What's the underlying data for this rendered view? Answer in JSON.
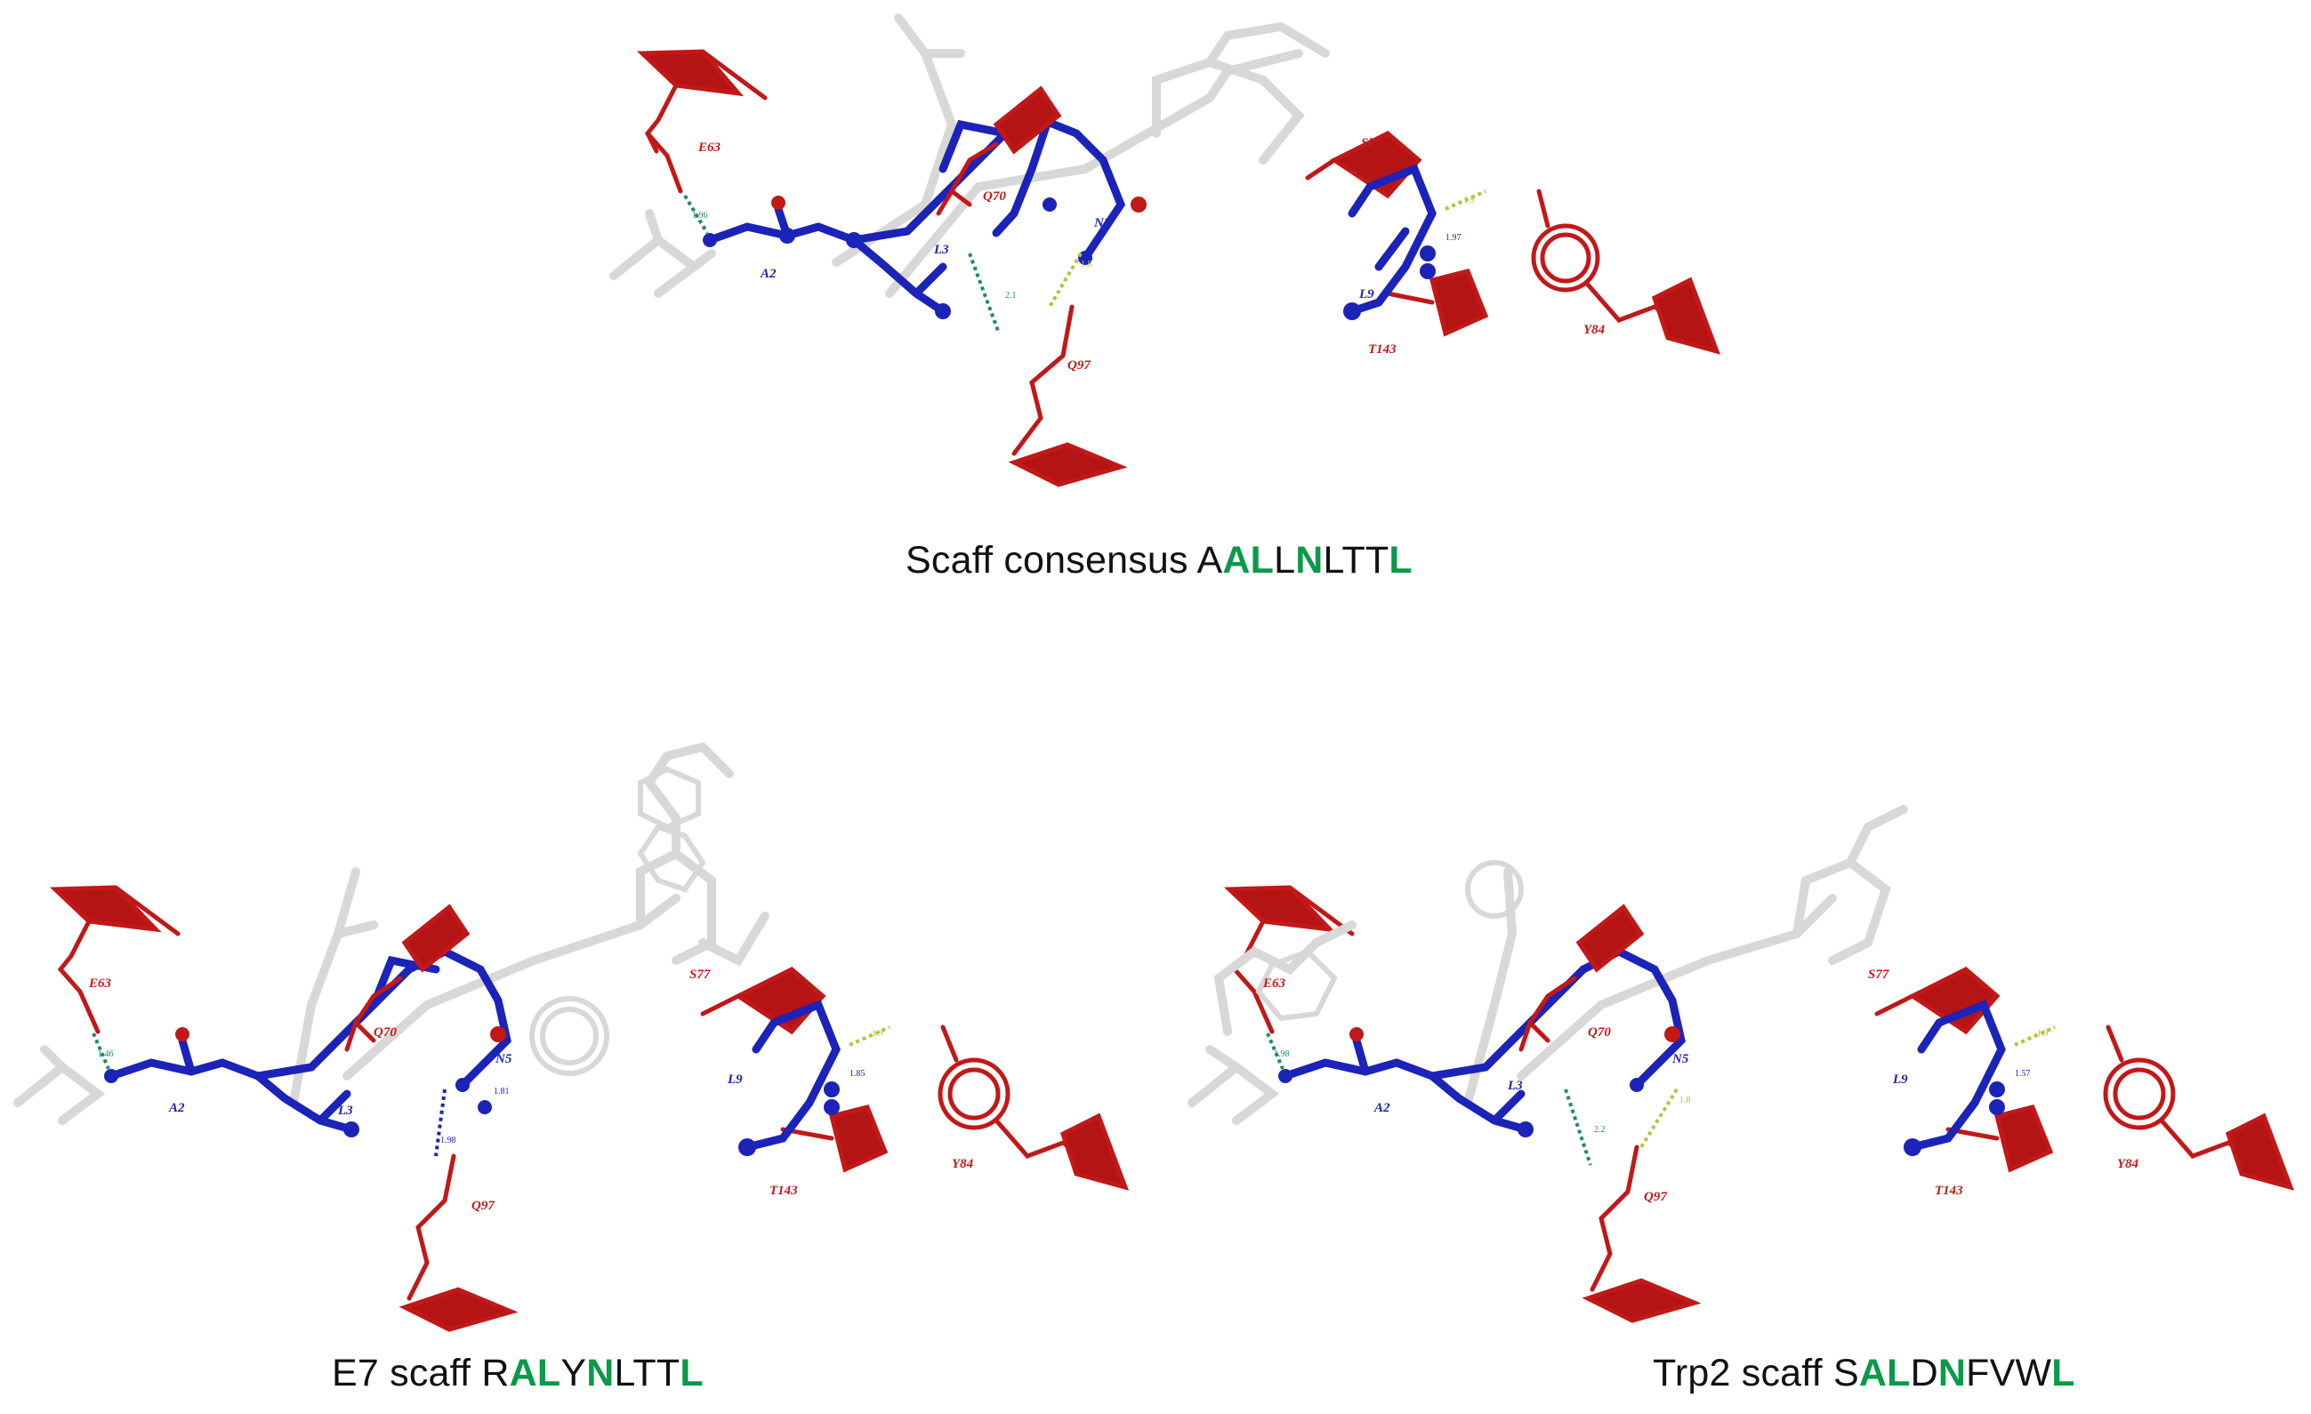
{
  "panels": [
    {
      "id": "consensus",
      "caption_prefix": "Scaff consensus ",
      "sequence": [
        {
          "c": "A",
          "hl": false
        },
        {
          "c": "A",
          "hl": true
        },
        {
          "c": "L",
          "hl": true
        },
        {
          "c": "L",
          "hl": false
        },
        {
          "c": "N",
          "hl": true
        },
        {
          "c": "L",
          "hl": false
        },
        {
          "c": "T",
          "hl": false
        },
        {
          "c": "T",
          "hl": false
        },
        {
          "c": "L",
          "hl": true
        }
      ],
      "labels": {
        "E63": "E63",
        "A2": "A2",
        "L3": "L3",
        "Q70": "Q70",
        "N5": "N5",
        "Q97": "Q97",
        "S77": "S77",
        "L9": "L9",
        "T143": "T143",
        "Y84": "Y84"
      },
      "distances": {
        "e63": "1.96",
        "q97": "2.1",
        "n5": "1.8",
        "l9": "1.97",
        "y84": "1.9"
      }
    },
    {
      "id": "e7",
      "caption_prefix": "E7 scaff ",
      "sequence": [
        {
          "c": "R",
          "hl": false
        },
        {
          "c": "A",
          "hl": true
        },
        {
          "c": "L",
          "hl": true
        },
        {
          "c": "Y",
          "hl": false
        },
        {
          "c": "N",
          "hl": true
        },
        {
          "c": "L",
          "hl": false
        },
        {
          "c": "T",
          "hl": false
        },
        {
          "c": "T",
          "hl": false
        },
        {
          "c": "L",
          "hl": true
        }
      ],
      "labels": {
        "E63": "E63",
        "A2": "A2",
        "L3": "L3",
        "Q70": "Q70",
        "N5": "N5",
        "Q97": "Q97",
        "S77": "S77",
        "L9": "L9",
        "T143": "T143",
        "Y84": "Y84"
      },
      "distances": {
        "e63": "1.46",
        "q97": "1.98",
        "n5": "1.81",
        "l9": "1.85",
        "y84": "1.9"
      }
    },
    {
      "id": "trp2",
      "caption_prefix": "Trp2 scaff ",
      "sequence": [
        {
          "c": "S",
          "hl": false
        },
        {
          "c": "A",
          "hl": true
        },
        {
          "c": "L",
          "hl": true
        },
        {
          "c": "D",
          "hl": false
        },
        {
          "c": "N",
          "hl": true
        },
        {
          "c": "F",
          "hl": false
        },
        {
          "c": "V",
          "hl": false
        },
        {
          "c": "W",
          "hl": false
        },
        {
          "c": "L",
          "hl": true
        }
      ],
      "labels": {
        "E63": "E63",
        "A2": "A2",
        "L3": "L3",
        "Q70": "Q70",
        "N5": "N5",
        "Q97": "Q97",
        "S77": "S77",
        "L9": "L9",
        "T143": "T143",
        "Y84": "Y84"
      },
      "distances": {
        "e63": "1.98",
        "q97": "2.2",
        "n5": "1.8",
        "l9": "1.57",
        "y84": "1.9"
      }
    }
  ],
  "colors": {
    "receptor": "#c21818",
    "peptide": "#1b23b8",
    "backbone": "#d8d8d8",
    "hbond_green": "#1e8a6a",
    "hbond_yellow": "#b8c23a",
    "highlight": "#0a9a4a"
  }
}
